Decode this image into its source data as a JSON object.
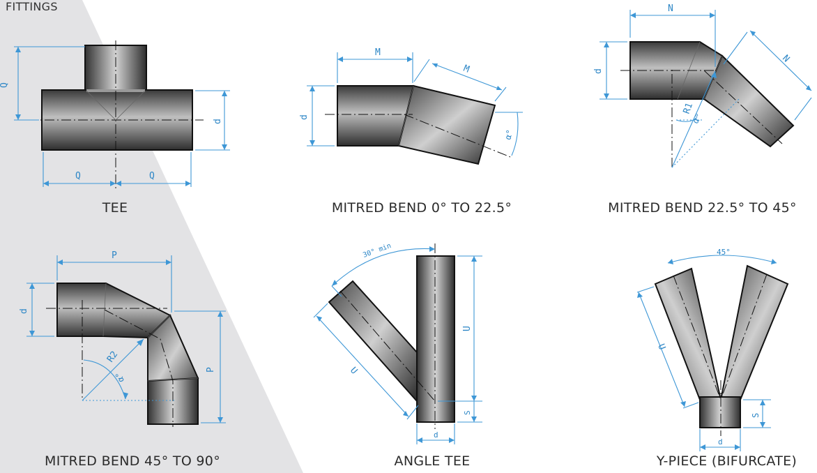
{
  "page": {
    "title": "FITTINGS"
  },
  "fittings": [
    {
      "caption": "TEE",
      "labels": {
        "q_vertical": "Q",
        "d": "d",
        "q_left": "Q",
        "q_right": "Q"
      }
    },
    {
      "caption": "MITRED BEND 0° TO 22.5°",
      "labels": {
        "m1": "M",
        "m2": "M",
        "d": "d",
        "angle": "α°"
      }
    },
    {
      "caption": "MITRED BEND 22.5° TO 45°",
      "labels": {
        "n1": "N",
        "n2": "N",
        "d": "d",
        "r": "R1",
        "angle": "α°"
      }
    },
    {
      "caption": "MITRED BEND 45° TO 90°",
      "labels": {
        "p1": "P",
        "p2": "P",
        "d": "d",
        "r": "R2",
        "angle": "α°"
      }
    },
    {
      "caption": "ANGLE TEE",
      "labels": {
        "angle": "30° min",
        "u1": "U",
        "u2": "U",
        "s": "S",
        "d": "d"
      }
    },
    {
      "caption": "Y-PIECE (BIFURCATE)",
      "labels": {
        "angle": "45°",
        "u": "U",
        "s": "S",
        "d": "d"
      }
    }
  ],
  "colors": {
    "background_shade": "#e3e3e5",
    "dimension": "#2c86c6",
    "pipe_dark": "#2e2e2e",
    "pipe_light": "#d0d0d0"
  }
}
